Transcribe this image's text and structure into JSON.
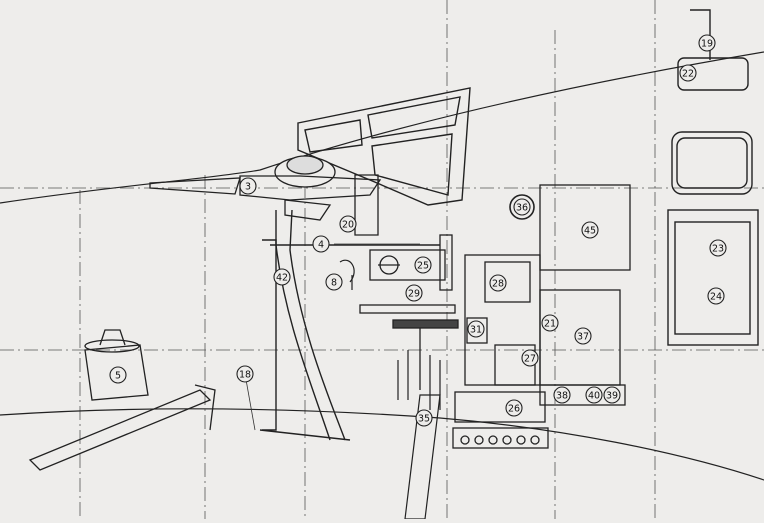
{
  "diagram": {
    "callouts": [
      "3",
      "4",
      "5",
      "8",
      "18",
      "19",
      "20",
      "21",
      "22",
      "23",
      "24",
      "25",
      "26",
      "27",
      "28",
      "29",
      "31",
      "35",
      "36",
      "37",
      "38",
      "39",
      "40",
      "42",
      "45"
    ]
  }
}
